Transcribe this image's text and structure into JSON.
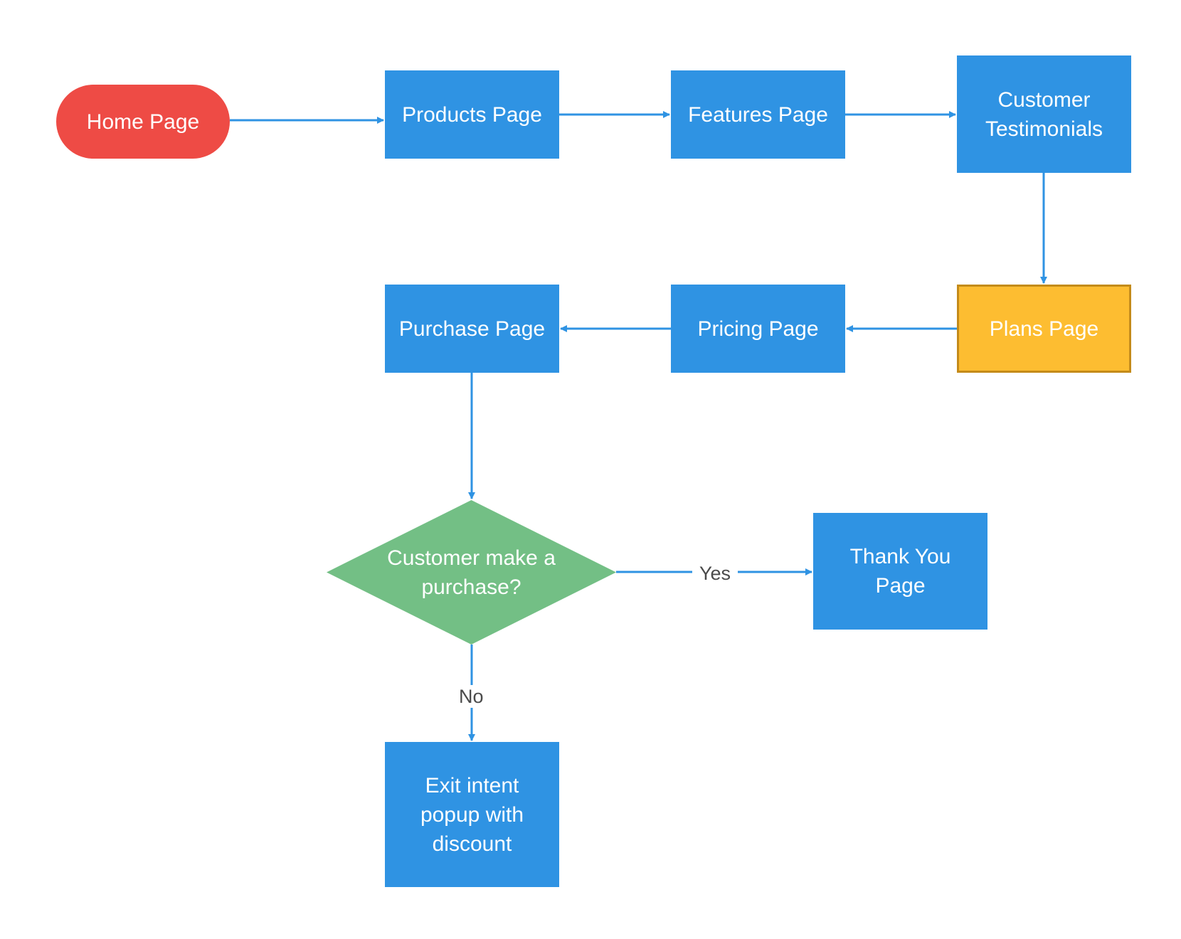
{
  "colors": {
    "process": "#2f93e3",
    "start": "#ee4b45",
    "highlight": "#fdbd31",
    "highlight_border": "#c48b1a",
    "decision": "#73bf85",
    "connector": "#2f93e3"
  },
  "nodes": {
    "home": {
      "label": "Home Page",
      "shape": "terminal"
    },
    "products": {
      "label": "Products Page",
      "shape": "process"
    },
    "features": {
      "label": "Features Page",
      "shape": "process"
    },
    "testimonials": {
      "label": "Customer\nTestimonials",
      "shape": "process"
    },
    "plans": {
      "label": "Plans Page",
      "shape": "process"
    },
    "pricing": {
      "label": "Pricing Page",
      "shape": "process"
    },
    "purchase": {
      "label": "Purchase Page",
      "shape": "process"
    },
    "decision": {
      "label": "Customer make a\npurchase?",
      "shape": "decision"
    },
    "thankyou": {
      "label": "Thank You\nPage",
      "shape": "process"
    },
    "exit": {
      "label": "Exit intent\npopup with\ndiscount",
      "shape": "process"
    }
  },
  "edges": [
    {
      "from": "home",
      "to": "products",
      "label": ""
    },
    {
      "from": "products",
      "to": "features",
      "label": ""
    },
    {
      "from": "features",
      "to": "testimonials",
      "label": ""
    },
    {
      "from": "testimonials",
      "to": "plans",
      "label": ""
    },
    {
      "from": "plans",
      "to": "pricing",
      "label": ""
    },
    {
      "from": "pricing",
      "to": "purchase",
      "label": ""
    },
    {
      "from": "purchase",
      "to": "decision",
      "label": ""
    },
    {
      "from": "decision",
      "to": "thankyou",
      "label": "Yes"
    },
    {
      "from": "decision",
      "to": "exit",
      "label": "No"
    }
  ]
}
